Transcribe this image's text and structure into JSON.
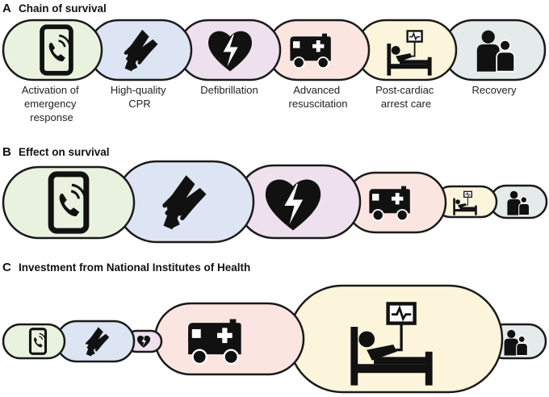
{
  "panels": {
    "a": {
      "letter": "A",
      "title": "Chain of survival"
    },
    "b": {
      "letter": "B",
      "title": "Effect on survival"
    },
    "c": {
      "letter": "C",
      "title": "Investment from National Institutes of Health"
    }
  },
  "links": [
    {
      "key": "activation",
      "icon": "phone-icon",
      "color": "#e9f2df",
      "caption": [
        "Activation of",
        "emergency",
        "response"
      ]
    },
    {
      "key": "cpr",
      "icon": "hands-icon",
      "color": "#dde4f3",
      "caption": [
        "High-quality",
        "CPR"
      ]
    },
    {
      "key": "defibrillation",
      "icon": "heart-bolt-icon",
      "color": "#efe0ee",
      "caption": [
        "Defibrillation"
      ]
    },
    {
      "key": "advanced",
      "icon": "ambulance-icon",
      "color": "#fbe5e1",
      "caption": [
        "Advanced",
        "resuscitation"
      ]
    },
    {
      "key": "post_cardiac",
      "icon": "hospital-bed-icon",
      "color": "#fcf5dc",
      "caption": [
        "Post-cardiac",
        "arrest care"
      ]
    },
    {
      "key": "recovery",
      "icon": "family-icon",
      "color": "#e4ebea",
      "caption": [
        "Recovery"
      ]
    }
  ]
}
